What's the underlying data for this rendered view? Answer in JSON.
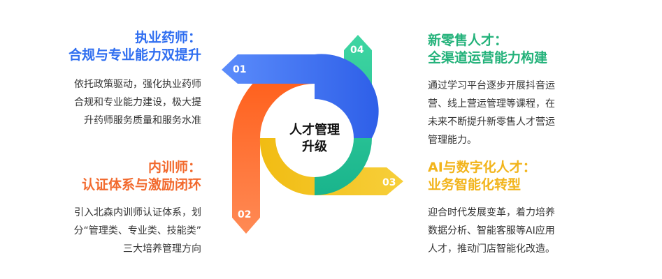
{
  "center": {
    "line1": "人才管理",
    "line2": "升级"
  },
  "arrows": [
    {
      "num": "01",
      "color": "#3b6ff5"
    },
    {
      "num": "02",
      "color": "#f26a2e"
    },
    {
      "num": "03",
      "color": "#f2b41b"
    },
    {
      "num": "04",
      "color": "#23c48c"
    }
  ],
  "panels": {
    "p1": {
      "title_line1": "执业药师：",
      "title_line2": "合规与专业能力双提升",
      "body": [
        "依托政策驱动，强化执业药师",
        "合规和专业能力建设，极大提",
        "升药师服务质量和服务水准"
      ]
    },
    "p2": {
      "title_line1": "内训师：",
      "title_line2": "认证体系与激励闭环",
      "body": [
        "引入北森内训师认证体系，划",
        "分“管理类、专业类、技能类”",
        "三大培养管理方向"
      ]
    },
    "p3": {
      "title_line1": "AI与数字化人才：",
      "title_line2": "业务智能化转型",
      "body": [
        "迎合时代发展变革，着力培养",
        "数据分析、智能客服等AI应用",
        "人才，推动门店智能化改造。"
      ]
    },
    "p4": {
      "title_line1": "新零售人才：",
      "title_line2": "全渠道运营能力构建",
      "body": [
        "通过学习平台逐步开展抖音运",
        "营、线上营运管理等课程，在",
        "未来不断提升新零售人才营运",
        "管理能力。"
      ]
    }
  }
}
